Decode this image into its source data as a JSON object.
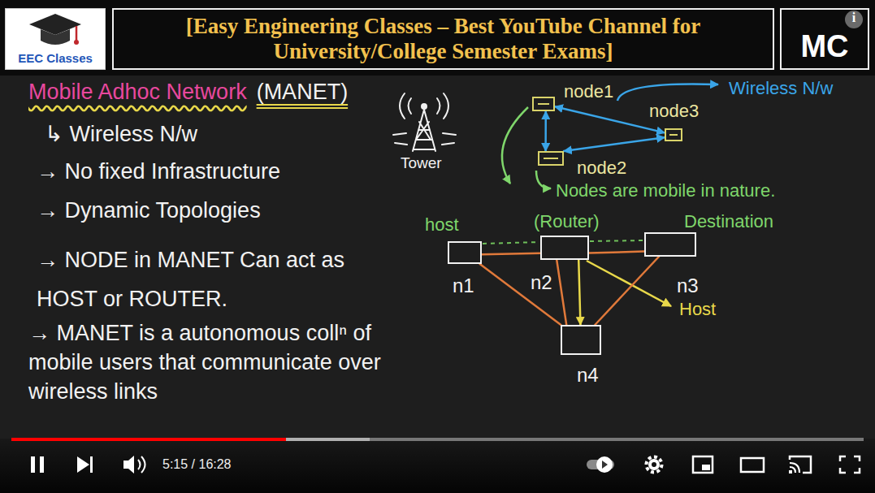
{
  "diagram": {
    "title": "Mobile Adhoc Network",
    "nodes": [
      {
        "text": [
          "EEC Classes"
        ]
      },
      {
        "text": [
          "[Easy Engineering Classes – Best YouTube Channel for University/College Semester Exams]"
        ]
      },
      {
        "text": [
          "MC"
        ]
      },
      {
        "text": [
          "node1"
        ]
      },
      {
        "text": [
          "node3"
        ]
      },
      {
        "text": [
          "node2"
        ]
      },
      {
        "text": [
          "host",
          "n1"
        ]
      },
      {
        "text": [
          "(Router)",
          "n2"
        ]
      },
      {
        "text": [
          "Destination",
          "n3"
        ]
      },
      {
        "text": [
          "n4"
        ]
      }
    ],
    "edges": [
      {
        "from": 3,
        "to": 5,
        "arrow": "both"
      },
      {
        "from": 3,
        "to": 4,
        "arrow": "both"
      },
      {
        "from": 5,
        "to": 4,
        "arrow": "both"
      },
      {
        "from": 6,
        "to": 7,
        "arrow": "none"
      },
      {
        "from": 7,
        "to": 8,
        "arrow": "none"
      },
      {
        "from": 6,
        "to": 9,
        "arrow": "none"
      },
      {
        "from": 7,
        "to": 9,
        "arrow": "none"
      },
      {
        "from": 8,
        "to": 9,
        "arrow": "none"
      },
      {
        "from": 7,
        "to": 9,
        "arrow": "to"
      }
    ],
    "labels": [
      "(MANET)",
      "↳ Wireless N/w",
      "→ No fixed Infrastructure",
      "→ Dynamic Topologies",
      "→ NODE in MANET Can act as HOST or ROUTER.",
      "→ MANET is a autonomous collⁿ of mobile users that communicate over wireless links",
      "Tower",
      "Wireless N/w",
      "Nodes are mobile in nature.",
      "Host",
      "i",
      "5:15 / 16:28"
    ]
  }
}
